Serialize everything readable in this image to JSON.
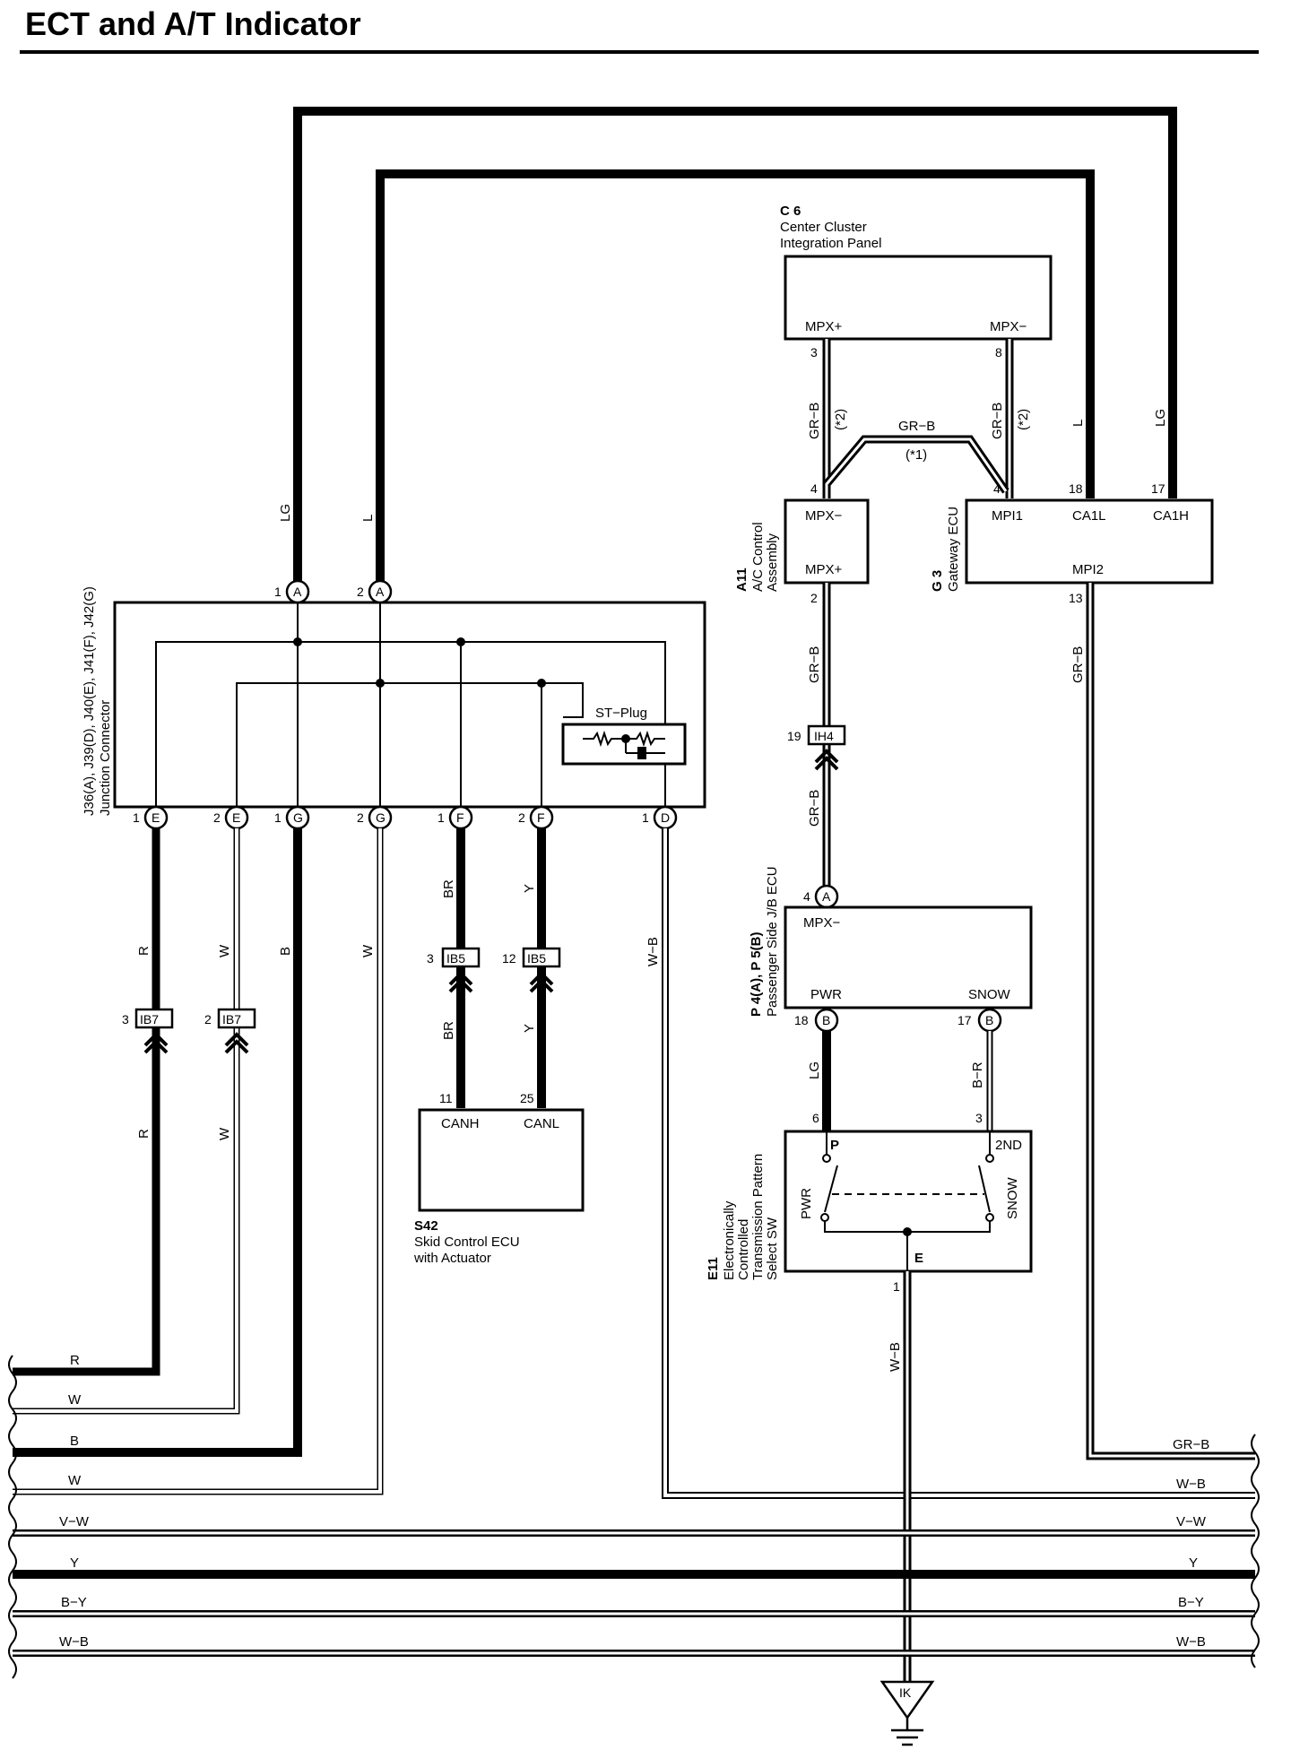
{
  "title": "ECT and A/T Indicator",
  "components": {
    "c6": {
      "ref": "C 6",
      "line1": "Center Cluster",
      "line2": "Integration Panel",
      "pin_a": "MPX+",
      "pin_b": "MPX−"
    },
    "a11": {
      "ref": "A11",
      "line1": "A/C Control",
      "line2": "Assembly",
      "pin_top": "MPX−",
      "pin_bot": "MPX+"
    },
    "g3": {
      "ref": "G 3",
      "line1": "Gateway ECU",
      "pin_1": "MPI1",
      "pin_2": "CA1L",
      "pin_3": "CA1H",
      "pin_4": "MPI2"
    },
    "jc": {
      "line1": "J36(A), J39(D), J40(E), J41(F), J42(G)",
      "line2": "Junction Connector",
      "st_plug": "ST−Plug"
    },
    "s42": {
      "ref": "S42",
      "line1": "Skid Control ECU",
      "line2": "with Actuator",
      "pin_canh": "CANH",
      "pin_canl": "CANL"
    },
    "p4": {
      "ref": "P 4(A), P 5(B)",
      "line1": "Passenger Side J/B ECU",
      "pin_mpx": "MPX−",
      "pin_pwr": "PWR",
      "pin_snow": "SNOW"
    },
    "e11": {
      "ref": "E11",
      "line1": "Electronically",
      "line2": "Controlled",
      "line3": "Transmission Pattern",
      "line4": "Select SW",
      "pin_p": "P",
      "pin_2nd": "2ND",
      "pin_pwr": "PWR",
      "pin_snow": "SNOW",
      "pin_e": "E"
    }
  },
  "connectors": {
    "ib7": "IB7",
    "ib5": "IB5",
    "ih4": "IH4",
    "ground": "IK"
  },
  "pin_letters": {
    "a": "A",
    "b": "B",
    "d": "D",
    "e": "E",
    "f": "F",
    "g": "G"
  },
  "pin_numbers": {
    "jc_a1": "1",
    "jc_a2": "2",
    "jc_e1": "1",
    "jc_e2": "2",
    "jc_g1": "1",
    "jc_g2": "2",
    "jc_f1": "1",
    "jc_f2": "2",
    "jc_d1": "1",
    "ib7_r": "3",
    "ib7_w": "2",
    "ib5_br": "3",
    "ib5_y": "12",
    "s42_canh": "11",
    "s42_canl": "25",
    "c6_mpxp": "3",
    "c6_mpxm": "8",
    "a11_top": "4",
    "a11_bot": "2",
    "g3_mpi1": "4",
    "g3_ca1l": "18",
    "g3_ca1h": "17",
    "g3_mpi2": "13",
    "ih4": "19",
    "p4_a": "4",
    "p4_pwr": "18",
    "p4_snow": "17",
    "e11_p": "6",
    "e11_2nd": "3",
    "e11_e": "1"
  },
  "wire_colors": {
    "lg": "LG",
    "l": "L",
    "r": "R",
    "w": "W",
    "b": "B",
    "br": "BR",
    "y": "Y",
    "wb": "W−B",
    "grb": "GR−B",
    "br2": "B−R",
    "vw": "V−W",
    "by": "B−Y"
  },
  "notes": {
    "n1": "(*1)",
    "n2": "(*2)"
  }
}
